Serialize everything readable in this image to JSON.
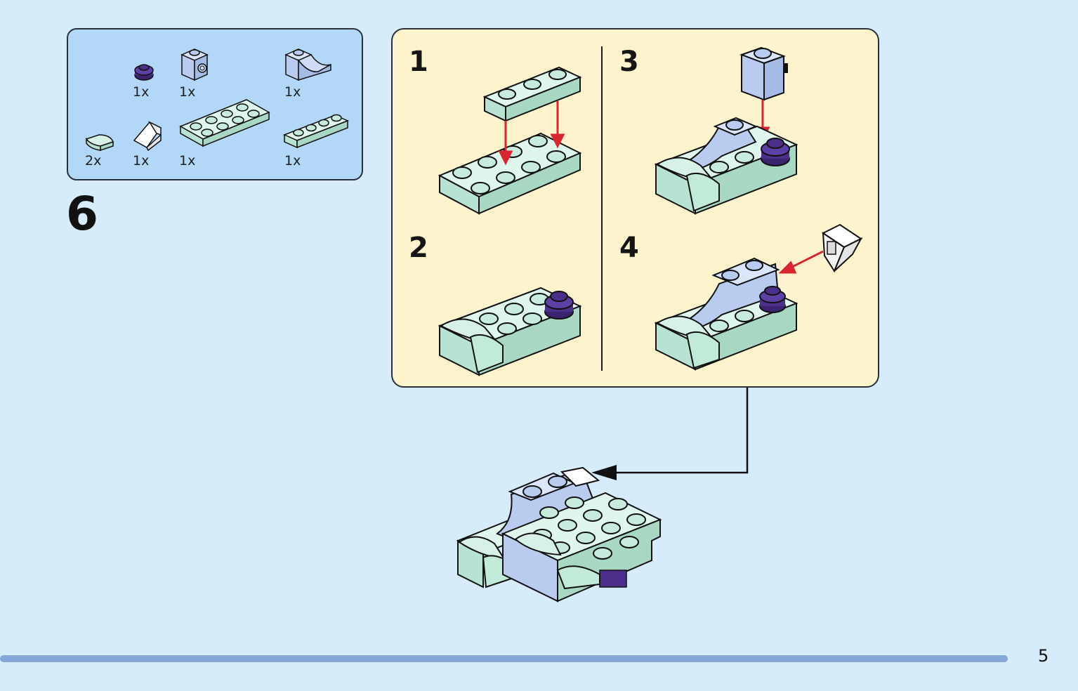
{
  "parts_list": {
    "items": [
      {
        "name": "round-plate-1x1",
        "qty": "1x",
        "color": "#4b2f88"
      },
      {
        "name": "brick-1x1-stud-side",
        "qty": "1x",
        "color": "#b9ccef"
      },
      {
        "name": "curved-slope-brick",
        "qty": "1x",
        "color": "#b9ccef"
      },
      {
        "name": "quarter-tile",
        "qty": "2x",
        "color": "#b8e3d2"
      },
      {
        "name": "slope-white",
        "qty": "1x",
        "color": "#ffffff"
      },
      {
        "name": "plate-2x4",
        "qty": "1x",
        "color": "#c7ebdc"
      },
      {
        "name": "plate-1x4",
        "qty": "1x",
        "color": "#c7ebdc"
      }
    ]
  },
  "step": {
    "number": "6"
  },
  "substeps": [
    {
      "label": "1"
    },
    {
      "label": "2"
    },
    {
      "label": "3"
    },
    {
      "label": "4"
    }
  ],
  "footer": {
    "page_number": "5"
  },
  "colors": {
    "background": "#d6ecfb",
    "parts_box": "#b3d7f6",
    "substep_box": "#fdf3cd",
    "mint": "#c7ebdc",
    "light_blue": "#b9ccef",
    "purple": "#4b2f88",
    "arrow_red": "#d9262e",
    "progress": "#86a8d9"
  }
}
